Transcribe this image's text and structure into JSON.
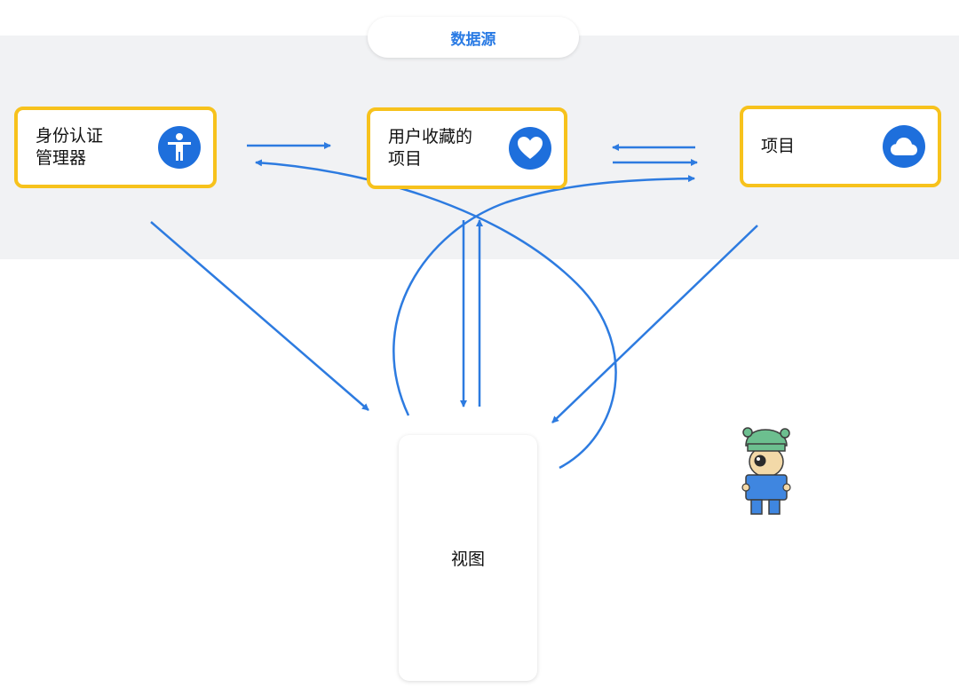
{
  "header": {
    "title": "数据源"
  },
  "cards": {
    "auth": {
      "line1": "身份认证",
      "line2": "管理器",
      "icon": "accessibility-icon"
    },
    "favorites": {
      "line1": "用户收藏的",
      "line2": "项目",
      "icon": "heart-icon"
    },
    "items": {
      "line1": "项目",
      "icon": "cloud-icon"
    }
  },
  "view": {
    "label": "视图"
  },
  "colors": {
    "accent": "#2a7be4",
    "arrow": "#2d7be0",
    "card_border": "#f7c21c",
    "icon_bg": "#1e6fdc",
    "band": "#f1f2f4"
  }
}
